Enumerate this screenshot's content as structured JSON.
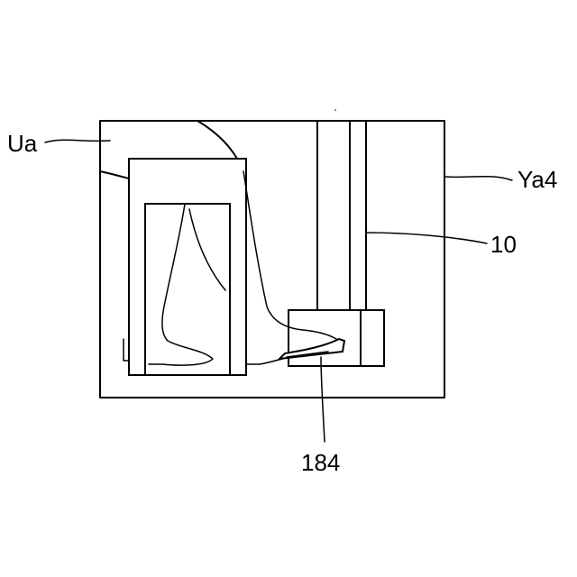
{
  "labels": {
    "user": "Ua",
    "scene": "Ya4",
    "device": "10",
    "foot_part": "184"
  },
  "colors": {
    "line": "#000000",
    "background": "#ffffff"
  }
}
